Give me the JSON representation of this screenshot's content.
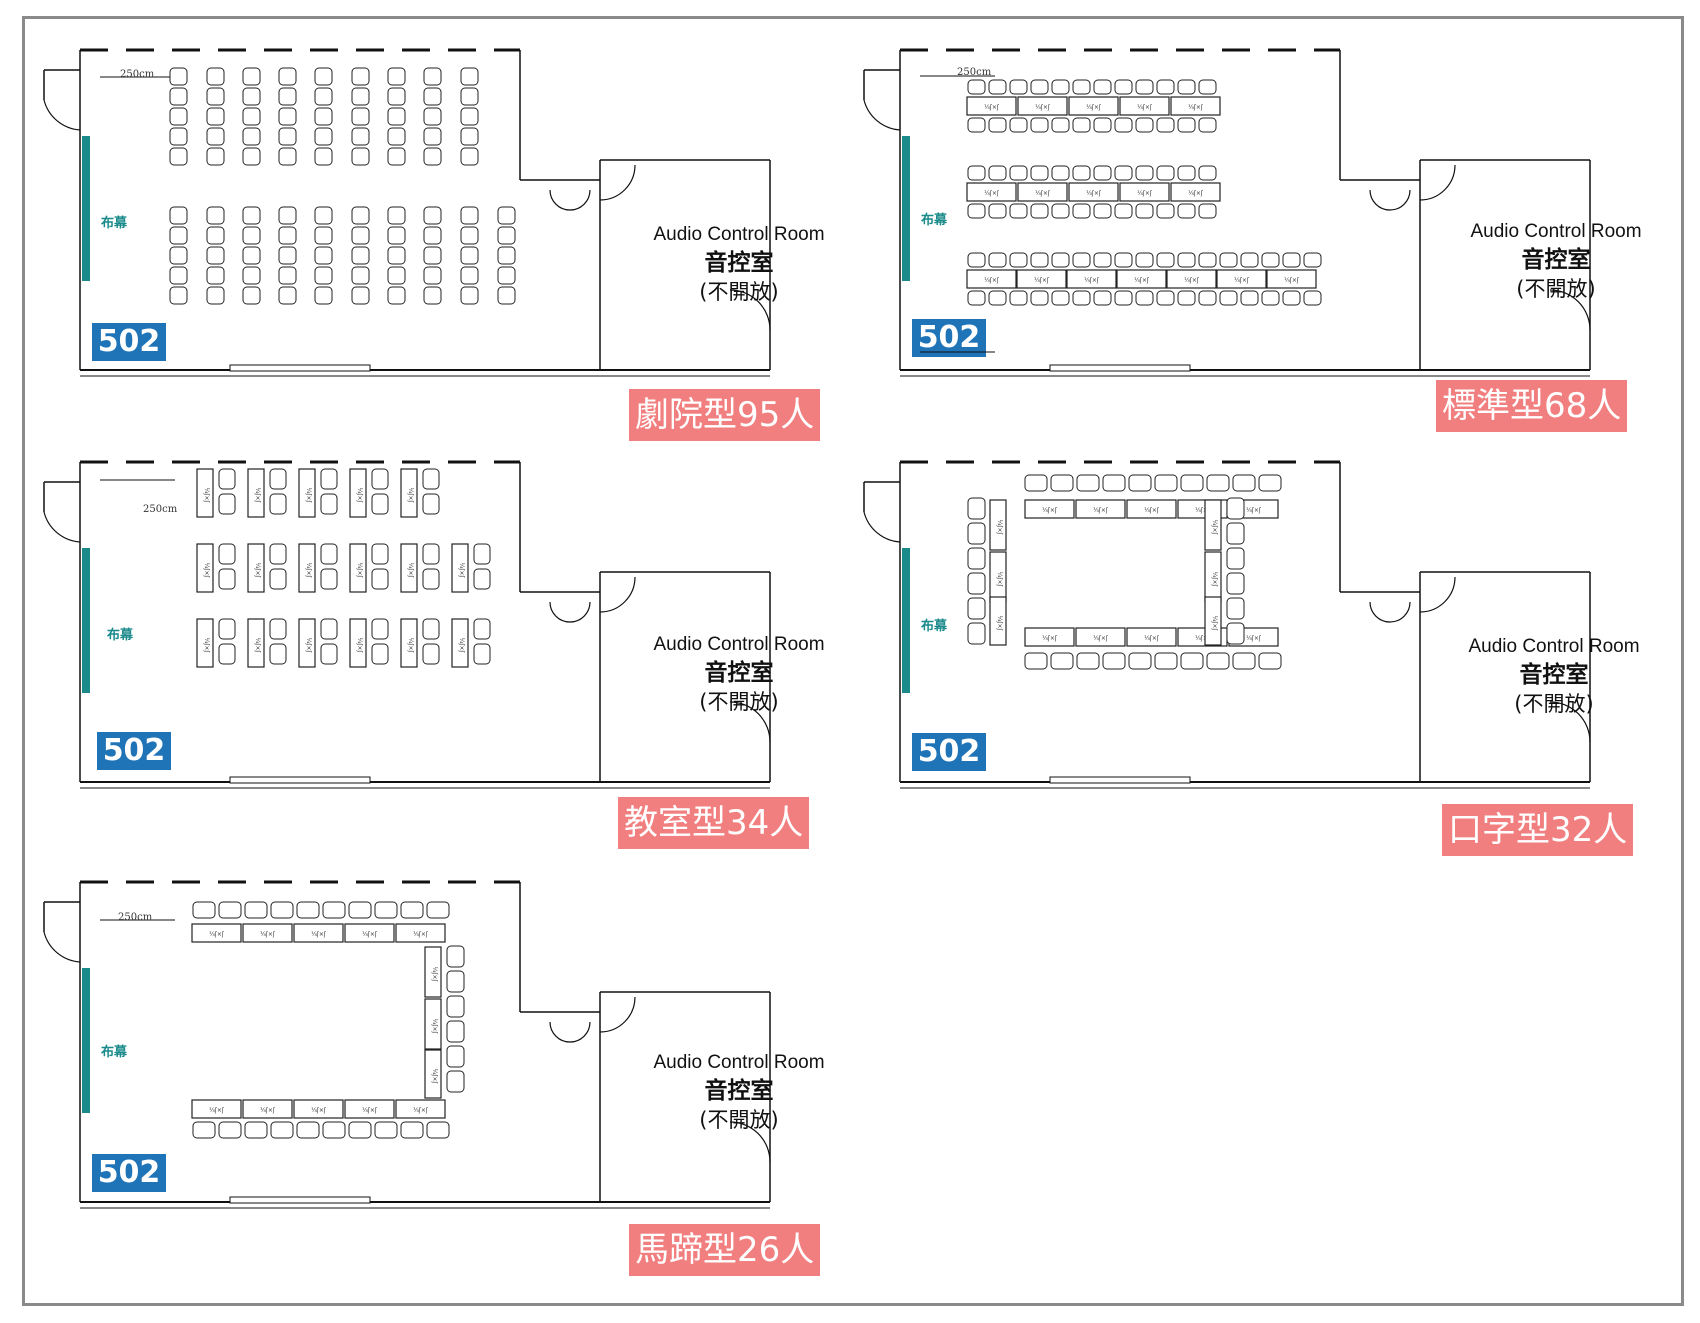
{
  "room_number": "502",
  "screen_label": "布幕",
  "distance_label": "250cm",
  "control_room": {
    "name_en": "Audio Control Room",
    "name_zh": "音控室",
    "note": "(不開放)"
  },
  "table_label": "¼ʃ×ʃ",
  "layouts": [
    {
      "id": "theater",
      "caption": "劇院型95人"
    },
    {
      "id": "standard",
      "caption": "標準型68人"
    },
    {
      "id": "classroom",
      "caption": "教室型34人"
    },
    {
      "id": "hollow-square",
      "caption": "口字型32人"
    },
    {
      "id": "u-shape",
      "caption": "馬蹄型26人"
    }
  ],
  "colors": {
    "room_badge": "#1f73b7",
    "screen": "#1a8a8a",
    "caption_bg": "#f27f7f",
    "frame": "#8a8a8a"
  }
}
